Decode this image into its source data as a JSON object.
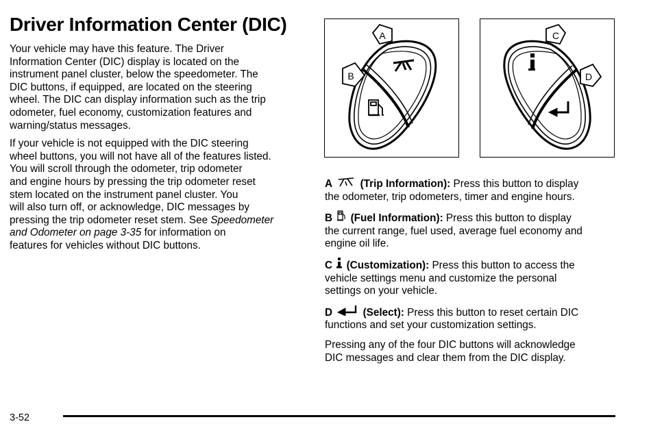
{
  "page": {
    "title": "Driver Information Center (DIC)",
    "page_number": "3-52"
  },
  "intro": {
    "para1_lines": [
      "Your vehicle may have this feature. The Driver",
      "Information Center (DIC) display is located on the",
      "instrument panel cluster, below the speedometer. The",
      "DIC buttons, if equipped, are located on the steering",
      "wheel. The DIC can display information such as the trip",
      "odometer, fuel economy, customization features and",
      "warning/status messages."
    ],
    "para2_lines": [
      "If your vehicle is not equipped with the DIC steering",
      "wheel buttons, you will not have all of the features listed.",
      "You will scroll through the odometer, trip odometer",
      "and engine hours by pressing the trip odometer reset",
      "stem located on the instrument panel cluster. You",
      "will also turn off, or acknowledge, DIC messages by"
    ],
    "para2_line7_pre": "pressing the trip odometer reset stem. See ",
    "para2_line7_link": "Speedometer",
    "para2_line8_link": "and Odometer on page 3-35",
    "para2_line8_post": " for information on",
    "para2_line9": "features for vehicles without DIC buttons."
  },
  "figure": {
    "left_labels": [
      "A",
      "B"
    ],
    "right_labels": [
      "C",
      "D"
    ],
    "icons": [
      "trip-info-icon",
      "fuel-pump-icon",
      "info-i-icon",
      "select-arrow-icon"
    ]
  },
  "buttons": [
    {
      "letter": "A",
      "name": "(Trip Information):",
      "desc_line1": "Press this button to display",
      "desc_rest": [
        "the odometer, trip odometers, timer and engine hours."
      ]
    },
    {
      "letter": "B",
      "name": "(Fuel Information):",
      "desc_line1": "Press this button to display",
      "desc_rest": [
        "the current range, fuel used, average fuel economy and",
        "engine oil life."
      ]
    },
    {
      "letter": "C",
      "name": "(Customization):",
      "desc_line1": "Press this button to access the",
      "desc_rest": [
        "vehicle settings menu and customize the personal",
        "settings on your vehicle."
      ]
    },
    {
      "letter": "D",
      "name": "(Select):",
      "desc_line1": "Press this button to reset certain DIC",
      "desc_rest": [
        "functions and set your customization settings."
      ]
    }
  ],
  "closing_lines": [
    "Pressing any of the four DIC buttons will acknowledge",
    "DIC messages and clear them from the DIC display."
  ]
}
